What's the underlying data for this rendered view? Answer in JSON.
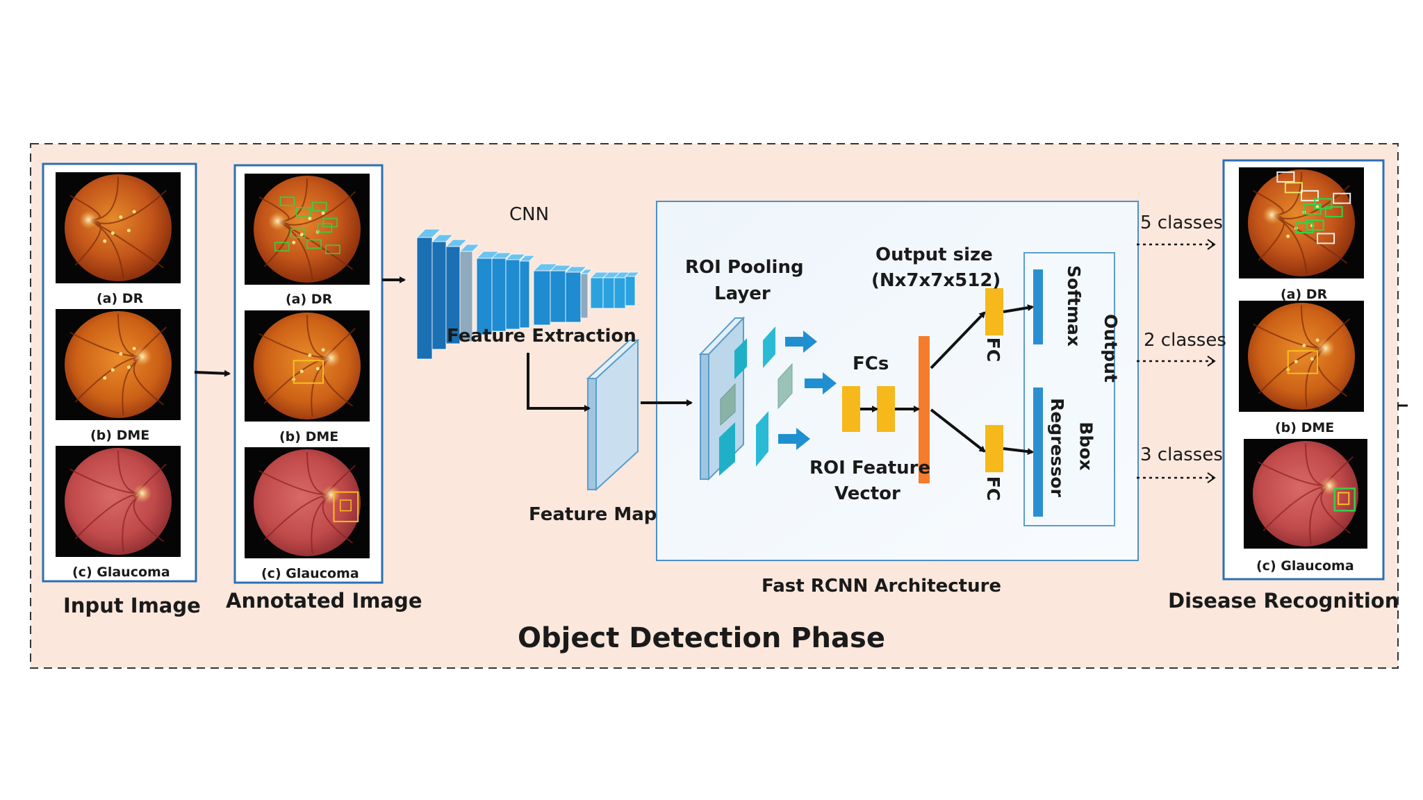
{
  "phase_title": "Object Detection Phase",
  "input_panel": {
    "caption": "Input Image",
    "images": [
      {
        "label": "(a) DR",
        "kind": "dr"
      },
      {
        "label": "(b) DME",
        "kind": "dme"
      },
      {
        "label": "(c) Glaucoma",
        "kind": "glaucoma"
      }
    ]
  },
  "annotated_panel": {
    "caption": "Annotated Image",
    "images": [
      {
        "label": "(a) DR",
        "kind": "dr"
      },
      {
        "label": "(b) DME",
        "kind": "dme"
      },
      {
        "label": "(c) Glaucoma",
        "kind": "glaucoma"
      }
    ]
  },
  "cnn": {
    "title": "CNN",
    "subtitle": "Feature Extraction"
  },
  "feature_map": {
    "label": "Feature Map"
  },
  "fast_rcnn": {
    "caption": "Fast RCNN Architecture",
    "roi_pooling": [
      "ROI Pooling",
      "Layer"
    ],
    "output_size": [
      "Output size",
      "(Nx7x7x512)"
    ],
    "fcs": "FCs",
    "roi_feature_vector": [
      "ROI Feature",
      "Vector"
    ],
    "fc": "FC",
    "softmax": "Softmax",
    "bbox_regressor": [
      "Bbox",
      "Regressor"
    ],
    "output": "Output"
  },
  "classes": [
    "5 classes",
    "2 classes",
    "3 classes"
  ],
  "recognition_panel": {
    "caption": "Disease Recognition",
    "images": [
      {
        "label": "(a) DR",
        "kind": "dr"
      },
      {
        "label": "(b) DME",
        "kind": "dme"
      },
      {
        "label": "(c) Glaucoma",
        "kind": "glaucoma"
      }
    ]
  },
  "colors": {
    "phase_bg": "#fbe7dc",
    "panel_border": "#2a6fb4",
    "cnn_blue": "#1a7fc4",
    "fc_yellow": "#f6b81a",
    "concat_orange": "#f57c2c",
    "output_blue": "#2a8fd0"
  }
}
